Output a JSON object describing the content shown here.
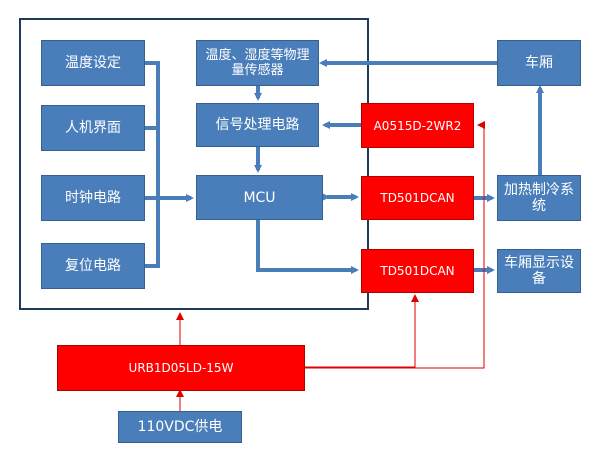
{
  "blocks": {
    "temp_set": "温度设定",
    "hmi": "人机界面",
    "clock": "时钟电路",
    "reset": "复位电路",
    "sensor": "温度、湿度等物理量传感器",
    "signal_proc": "信号处理电路",
    "mcu": "MCU",
    "dcdc_small": "A0515D-2WR2",
    "can1": "TD501DCAN",
    "can2": "TD501DCAN",
    "carriage": "车厢",
    "hvac": "加热制冷系统",
    "display": "车厢显示设备",
    "psu": "URB1D05LD-15W",
    "supply": "110VDC供电"
  },
  "colors": {
    "block_blue": "#4a7ebb",
    "block_red": "#ff0000",
    "frame": "#1f3b5c",
    "power_line": "#e00000"
  }
}
